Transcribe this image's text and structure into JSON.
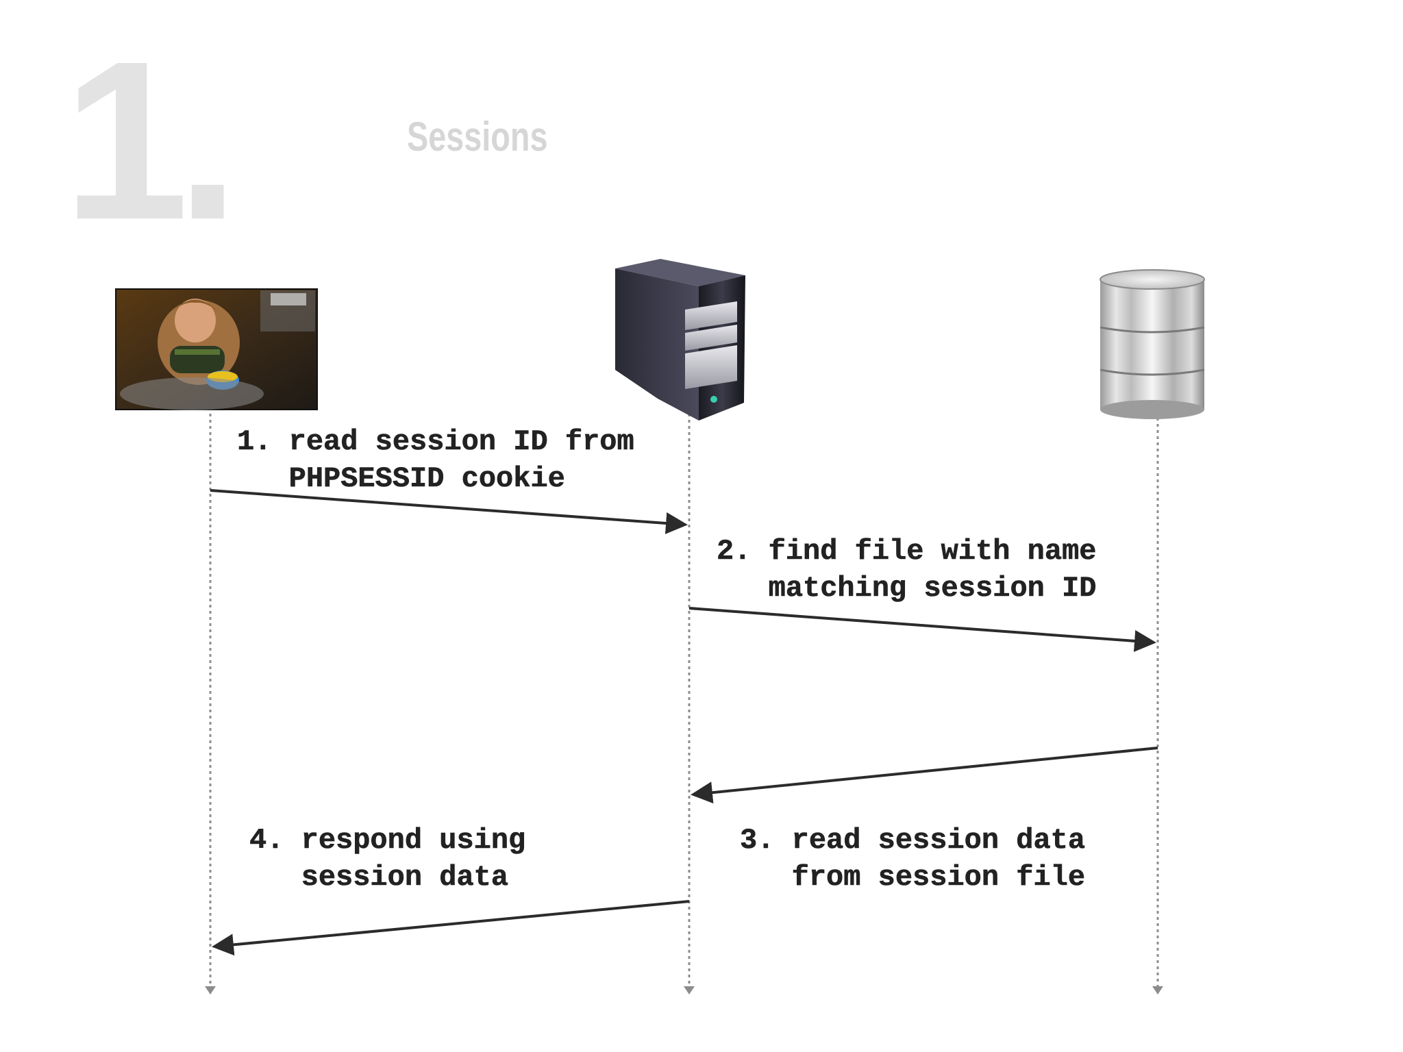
{
  "slide": {
    "number": "1.",
    "title": "Sessions"
  },
  "participants": [
    {
      "name": "client",
      "icon": "child-photo"
    },
    {
      "name": "web-server",
      "icon": "server-tower-icon"
    },
    {
      "name": "session-storage",
      "icon": "database-cylinder-icon"
    }
  ],
  "messages": [
    {
      "from": "client",
      "to": "web-server",
      "lines": [
        "1. read session ID from",
        "   PHPSESSID cookie"
      ]
    },
    {
      "from": "web-server",
      "to": "session-storage",
      "lines": [
        "2. find file with name",
        "   matching session ID"
      ]
    },
    {
      "from": "session-storage",
      "to": "web-server",
      "lines": [
        "3. read session data",
        "   from session file"
      ]
    },
    {
      "from": "web-server",
      "to": "client",
      "lines": [
        "4. respond using",
        "   session data"
      ]
    }
  ],
  "colors": {
    "arrow": "#2b2b2b",
    "lifeline": "#8c8c8c",
    "title": "#d6d6d6",
    "number": "#e3e3e3"
  }
}
